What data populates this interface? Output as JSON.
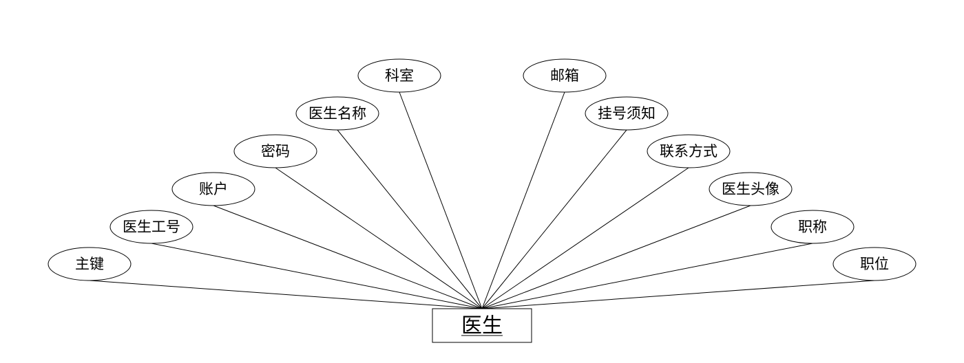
{
  "entity": {
    "name": "医生"
  },
  "attributes": [
    {
      "label": "主键"
    },
    {
      "label": "医生工号"
    },
    {
      "label": "账户"
    },
    {
      "label": "密码"
    },
    {
      "label": "医生名称"
    },
    {
      "label": "科室"
    },
    {
      "label": "邮箱"
    },
    {
      "label": "挂号须知"
    },
    {
      "label": "联系方式"
    },
    {
      "label": "医生头像"
    },
    {
      "label": "职称"
    },
    {
      "label": "职位"
    }
  ],
  "colors": {
    "stroke": "#000000",
    "fill": "#ffffff"
  }
}
